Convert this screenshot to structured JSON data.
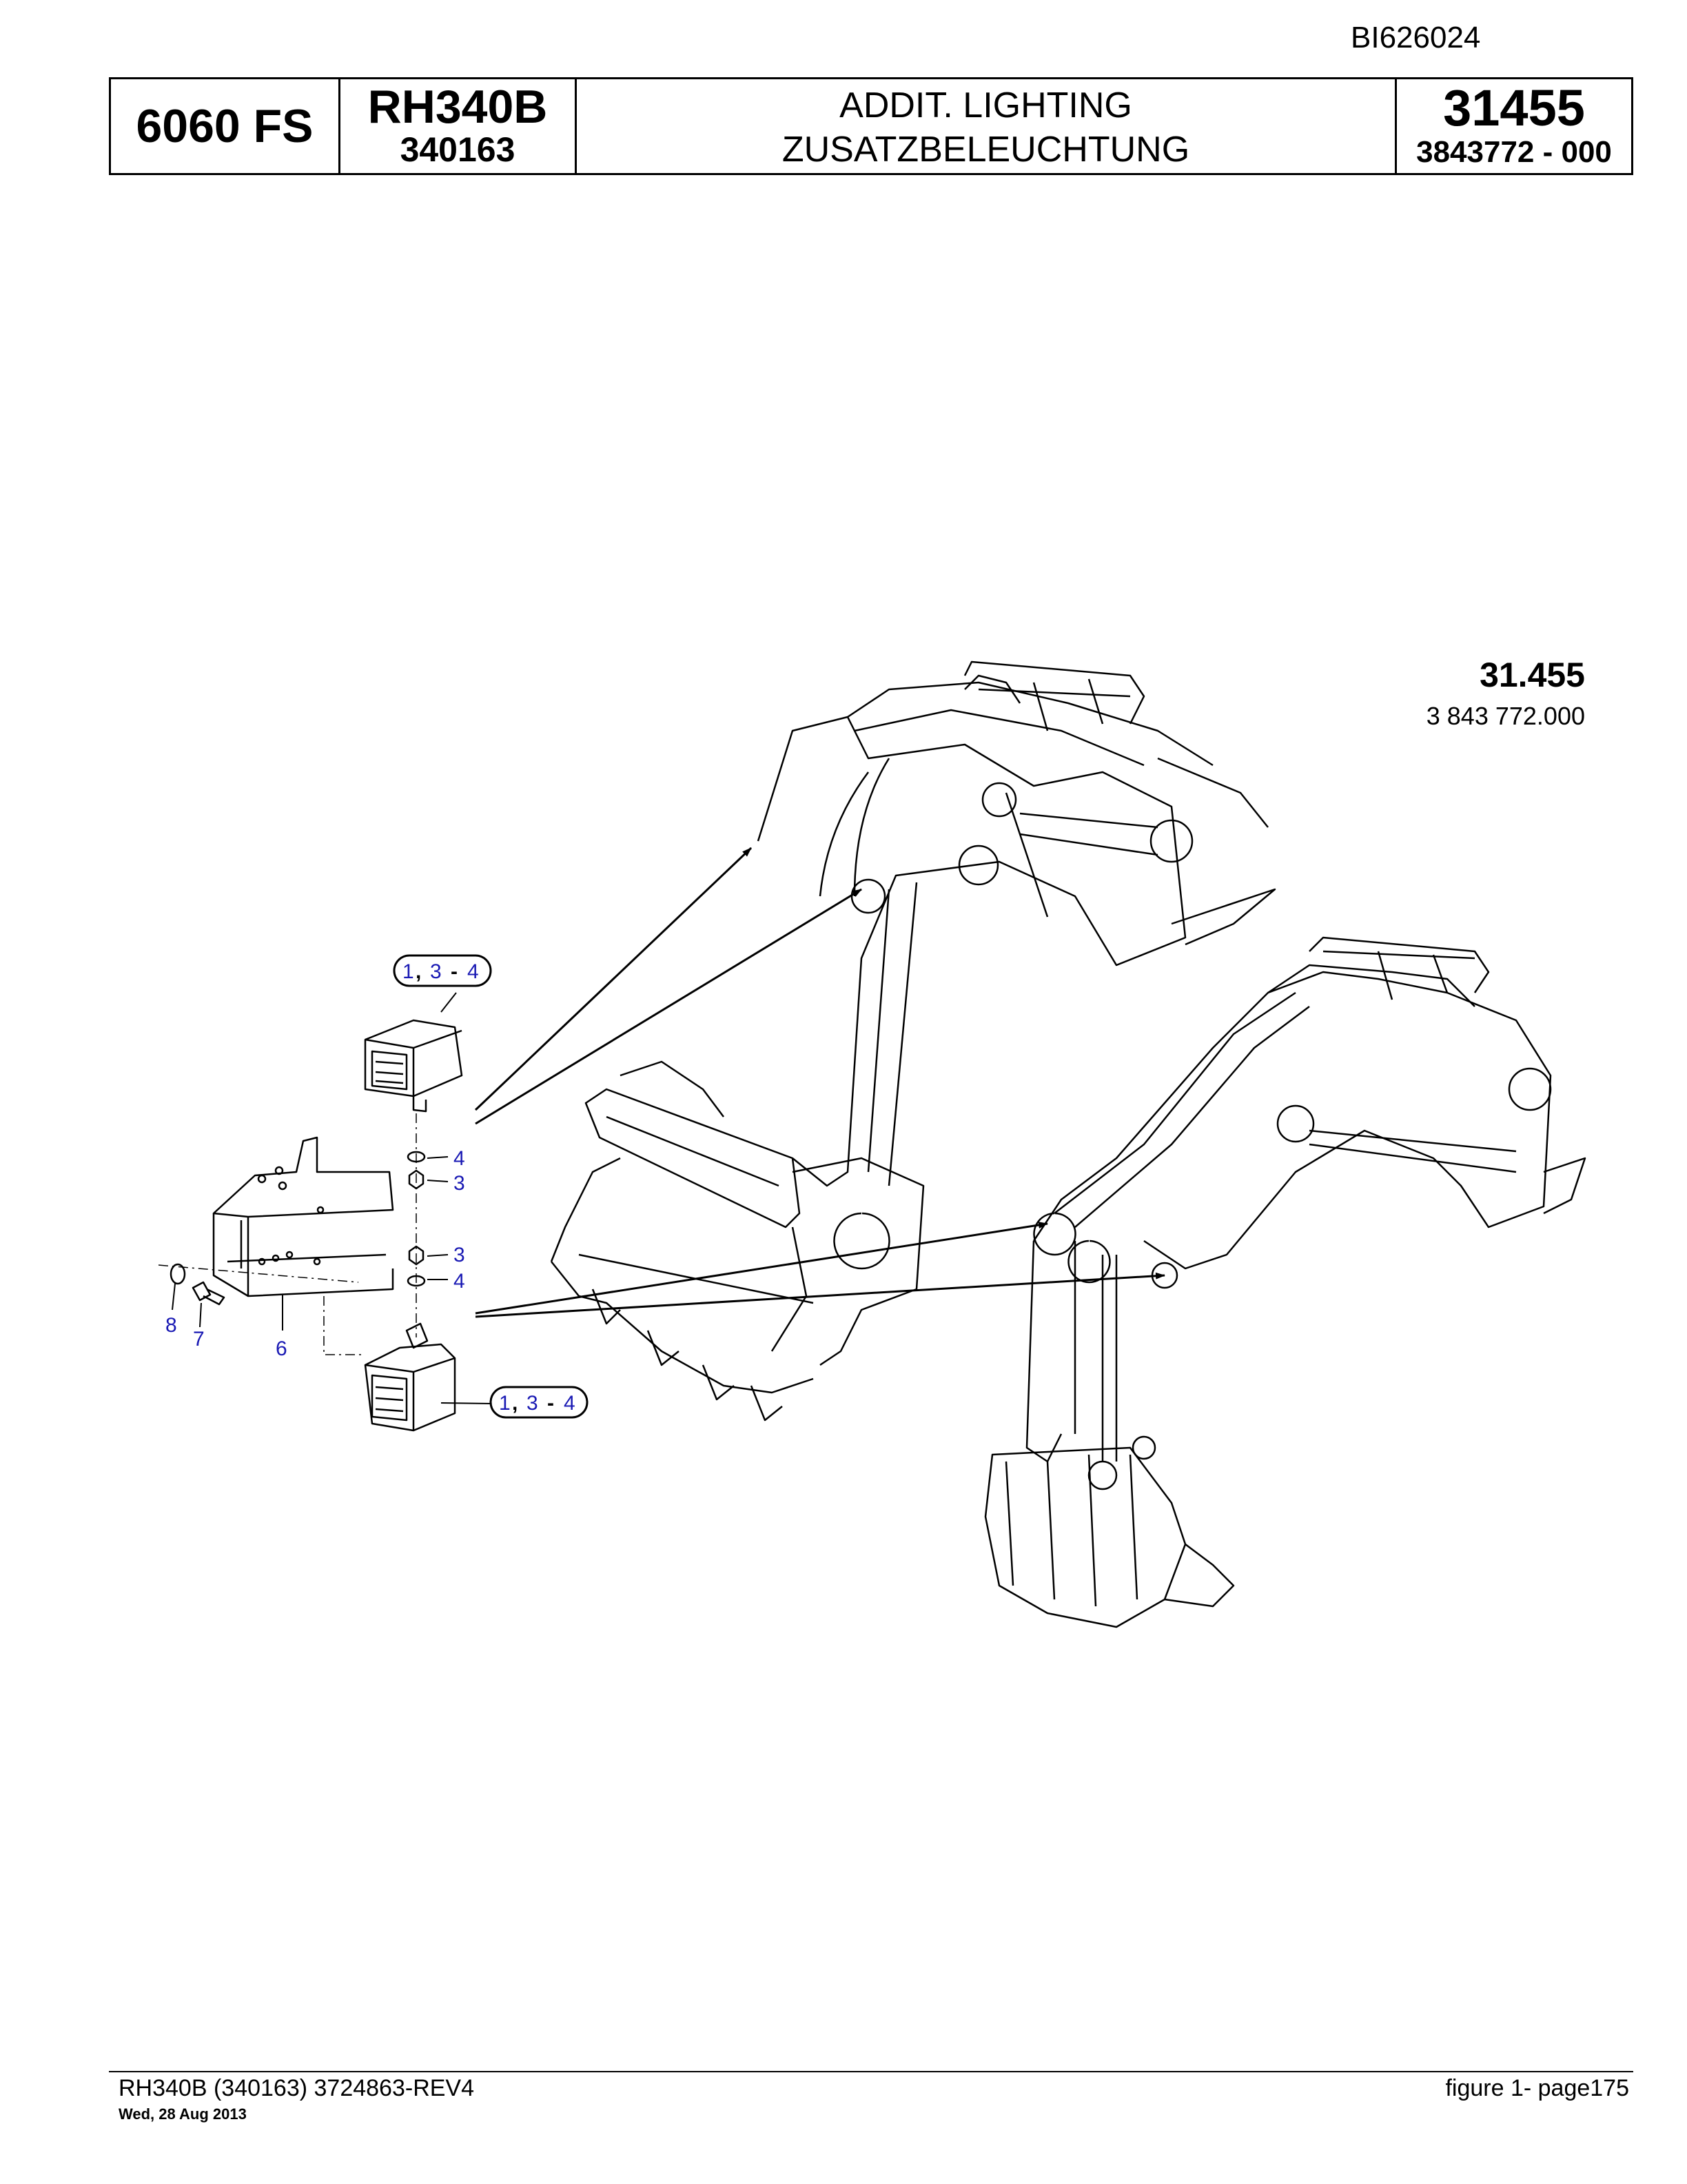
{
  "document_id": "BI626024",
  "header": {
    "model": "6060 FS",
    "machine_type": "RH340B",
    "machine_serial": "340163",
    "title_en": "ADDIT. LIGHTING",
    "title_de": "ZUSATZBELEUCHTUNG",
    "group_number": "31455",
    "part_number": "3843772  - 000"
  },
  "figure": {
    "number": "31.455",
    "part": "3 843 772.000"
  },
  "callouts": {
    "top_lamp": {
      "a": "1",
      "sep1": ",",
      "b": "3",
      "dash": "-",
      "c": "4"
    },
    "bottom_lamp": {
      "a": "1",
      "sep1": ",",
      "b": "3",
      "dash": "-",
      "c": "4"
    },
    "item_4_upper": "4",
    "item_3_upper": "3",
    "item_3_lower": "3",
    "item_4_lower": "4",
    "item_8": "8",
    "item_7": "7",
    "item_6": "6"
  },
  "footer": {
    "left": "RH340B (340163) 3724863-REV4",
    "date": "Wed, 28 Aug 2013",
    "right": "figure  1- page175"
  }
}
